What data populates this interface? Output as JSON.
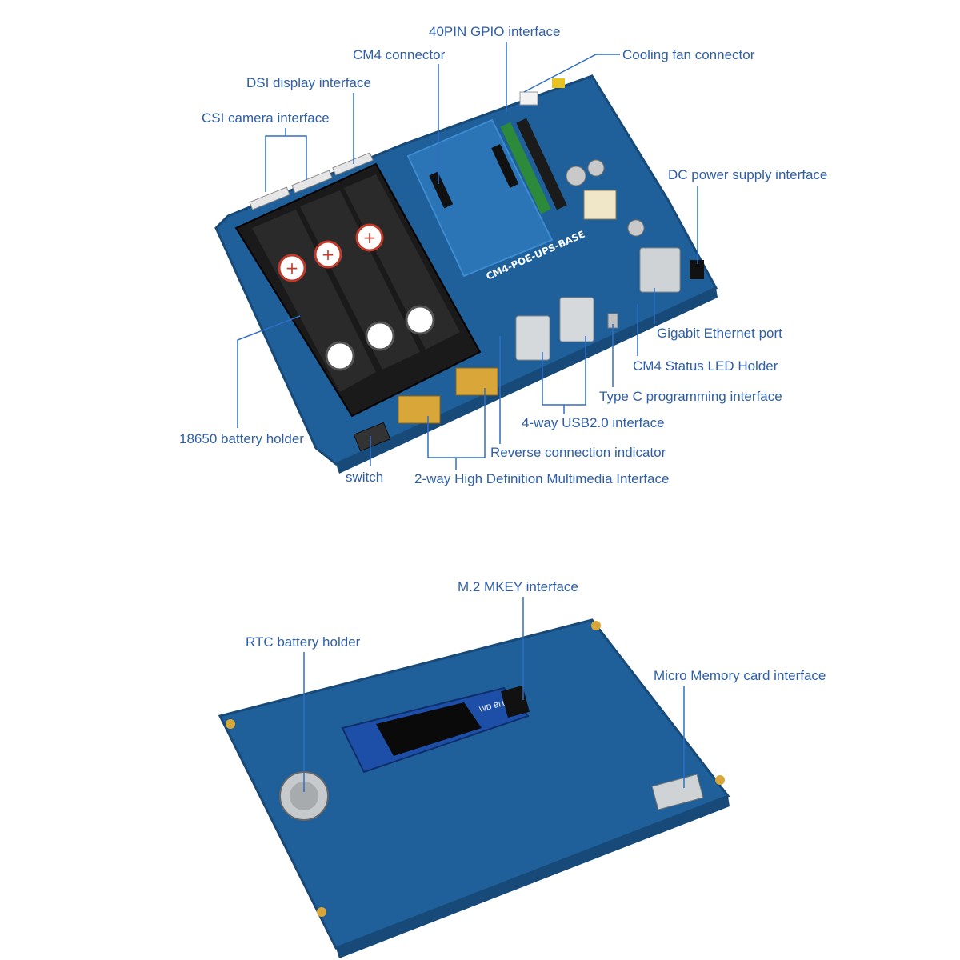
{
  "top_board": {
    "silkscreen": "CM4-POE-UPS-BASE",
    "labels": {
      "gpio": "40PIN GPIO interface",
      "cm4": "CM4 connector",
      "fan": "Cooling fan connector",
      "dsi": "DSI display interface",
      "csi": "CSI camera interface",
      "dc": "DC power supply interface",
      "ethernet": "Gigabit Ethernet port",
      "led": "CM4 Status LED Holder",
      "typec": "Type C programming interface",
      "usb": "4-way USB2.0 interface",
      "reverse": "Reverse connection indicator",
      "battery": "18650 battery holder",
      "switch": "switch",
      "hdmi": "2-way High Definition Multimedia Interface"
    }
  },
  "bottom_board": {
    "ssd_text": "WD BLUE",
    "labels": {
      "m2": "M.2 MKEY interface",
      "rtc": "RTC battery holder",
      "sd": "Micro Memory card interface"
    }
  },
  "colors": {
    "label_text": "#2f5fa8",
    "leader_line": "#2f6fc4",
    "pcb": "#1f5f9a",
    "pcb_edge": "#174a78",
    "battery_holder": "#1a1a1a",
    "gold": "#d9a63a"
  }
}
